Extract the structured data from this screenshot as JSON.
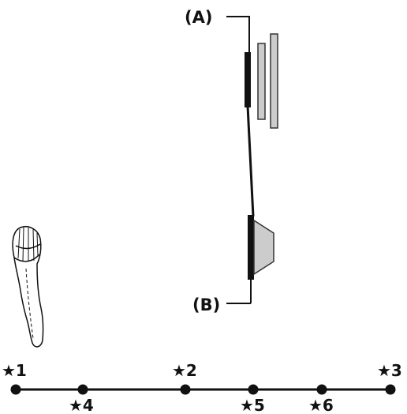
{
  "callouts": {
    "a": "(A)",
    "b": "(B)"
  },
  "scale": {
    "points": [
      {
        "label": "★1"
      },
      {
        "label": "★4"
      },
      {
        "label": "★2"
      },
      {
        "label": "★5"
      },
      {
        "label": "★6"
      },
      {
        "label": "★3"
      }
    ]
  },
  "colors": {
    "ink": "#111111",
    "panel_fill": "#cccccc",
    "panel_stroke": "#333333"
  }
}
